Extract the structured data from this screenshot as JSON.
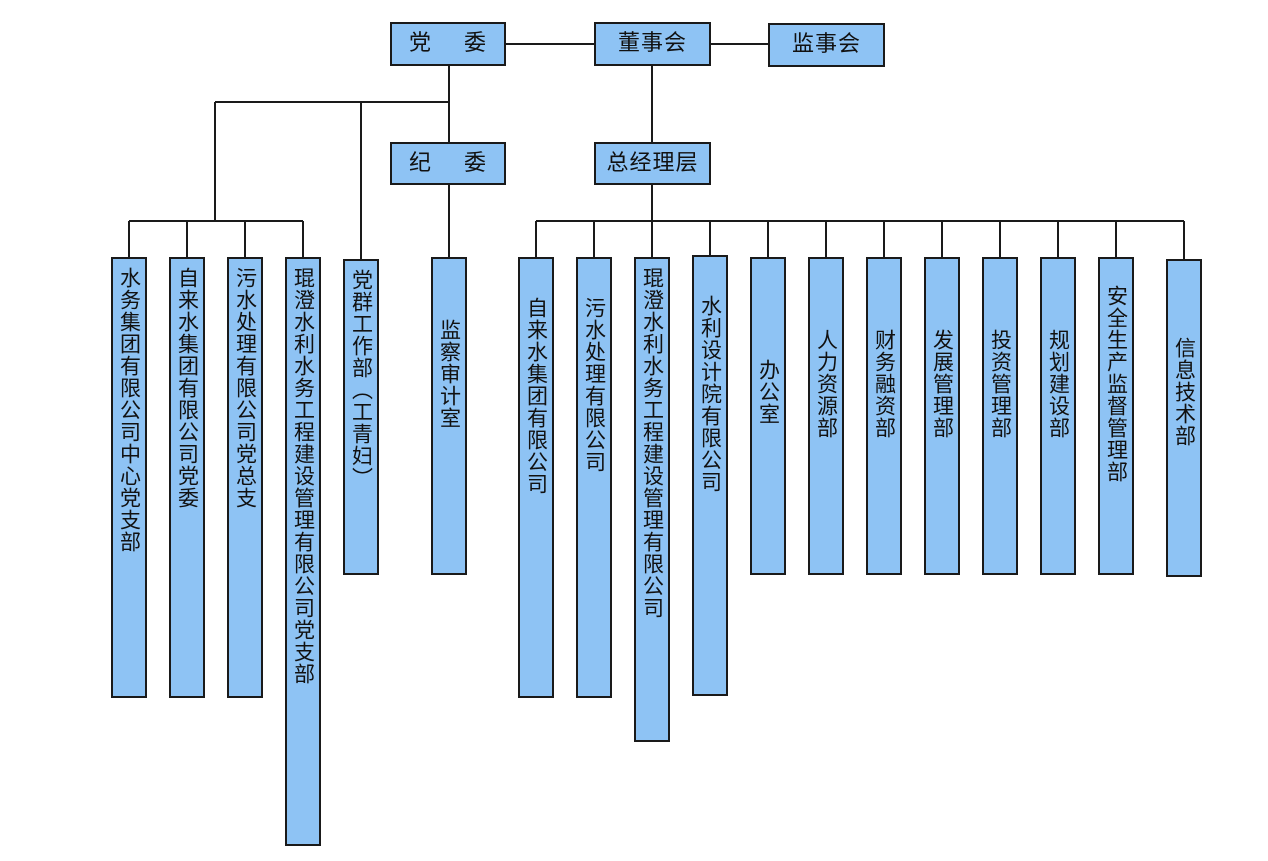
{
  "top": {
    "party_committee": "党    委",
    "board": "董事会",
    "supervisory_board": "监事会",
    "discipline_committee": "纪    委",
    "general_management": "总经理层"
  },
  "party_units": [
    "水务集团有限公司中心党支部",
    "自来水集团有限公司党委",
    "污水处理有限公司党总支",
    "琨澄水利水务工程建设管理有限公司党支部",
    "党群工作部（工青妇）"
  ],
  "discipline_units": [
    "监察审计室"
  ],
  "management_units": [
    "自来水集团有限公司",
    "污水处理有限公司",
    "琨澄水利水务工程建设管理有限公司",
    "水利设计院有限公司",
    "办公室",
    "人力资源部",
    "财务融资部",
    "发展管理部",
    "投资管理部",
    "规划建设部",
    "安全生产监督管理部",
    "信息技术部"
  ],
  "colors": {
    "box_fill": "#8ec3f4",
    "border": "#1a1a1a",
    "line": "#1a1a1a"
  }
}
